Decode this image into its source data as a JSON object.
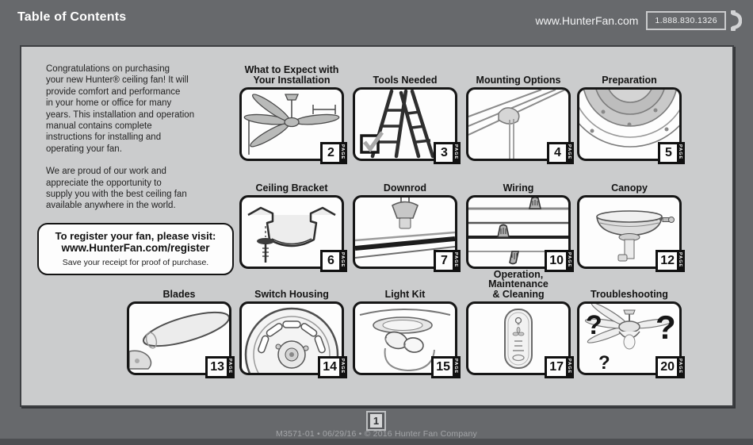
{
  "header": {
    "title": "Table of Contents",
    "website": "www.HunterFan.com",
    "phone": "1.888.830.1326"
  },
  "intro": {
    "paragraph1": "Congratulations on purchasing\nyour new Hunter® ceiling fan!  It will\nprovide comfort and performance\nin your home or office for many\nyears. This installation and operation\nmanual contains complete\ninstructions for installing and\noperating your fan.",
    "paragraph2": "We are proud of our work and\nappreciate the opportunity to\nsupply you with the best ceiling fan\navailable anywhere in the world."
  },
  "register_box": {
    "line1": "To register your fan, please visit:",
    "line2": "www.HunterFan.com/register",
    "line3": "Save your receipt for proof of purchase."
  },
  "page_label": "PAGE",
  "sections": [
    {
      "title": "What to Expect with\nYour Installation",
      "page": "2",
      "icon": "fan-dimensions-icon"
    },
    {
      "title": "Tools Needed",
      "page": "3",
      "icon": "ladder-checklist-icon"
    },
    {
      "title": "Mounting Options",
      "page": "4",
      "icon": "angled-ceiling-mount-icon"
    },
    {
      "title": "Preparation",
      "page": "5",
      "icon": "fan-housing-top-icon"
    },
    {
      "title": "Ceiling Bracket",
      "page": "6",
      "icon": "ceiling-bracket-icon"
    },
    {
      "title": "Downrod",
      "page": "7",
      "icon": "downrod-icon"
    },
    {
      "title": "Wiring",
      "page": "10",
      "icon": "wire-nuts-icon"
    },
    {
      "title": "Canopy",
      "page": "12",
      "icon": "canopy-icon"
    },
    {
      "title": "Blades",
      "page": "13",
      "icon": "fan-blade-icon"
    },
    {
      "title": "Switch Housing",
      "page": "14",
      "icon": "switch-housing-icon"
    },
    {
      "title": "Light Kit",
      "page": "15",
      "icon": "light-kit-icon"
    },
    {
      "title": "Operation, Maintenance\n& Cleaning",
      "page": "17",
      "icon": "remote-control-icon"
    },
    {
      "title": "Troubleshooting",
      "page": "20",
      "icon": "fan-question-marks-icon"
    }
  ],
  "footer": {
    "page_number": "1",
    "text": "M3571-01 • 06/29/16 • © 2016 Hunter Fan Company"
  },
  "colors": {
    "background": "#67696c",
    "panel": "#cbcccd",
    "ink": "#161616",
    "thumb_bg": "#fdfdfd",
    "footer_text": "#a3a5a8"
  }
}
